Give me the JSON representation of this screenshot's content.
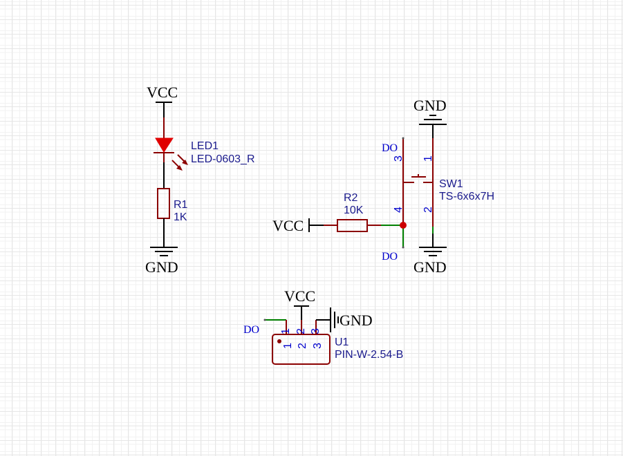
{
  "colors": {
    "wire_body": "#8b0000",
    "wire_green": "#008000",
    "led_fill": "#e00000",
    "designator_text": "#1a1a8c",
    "pin_number": "#0000cc",
    "net_label": "#000000",
    "junction": "#cc0000"
  },
  "led_circuit": {
    "power_label": "VCC",
    "led": {
      "designator": "LED1",
      "value": "LED-0603_R"
    },
    "resistor": {
      "designator": "R1",
      "value": "1K"
    },
    "ground_label": "GND"
  },
  "switch_circuit": {
    "top_ground_label": "GND",
    "bottom_ground_label": "GND",
    "power_label": "VCC",
    "resistor": {
      "designator": "R2",
      "value": "10K"
    },
    "switch": {
      "designator": "SW1",
      "value": "TS-6x6x7H",
      "pins": [
        "1",
        "2",
        "3",
        "4"
      ]
    },
    "net_label_top": "DO",
    "net_label_bottom": "DO"
  },
  "header_circuit": {
    "power_label": "VCC",
    "ground_label": "GND",
    "net_label": "DO",
    "connector": {
      "designator": "U1",
      "value": "PIN-W-2.54-B",
      "pins": [
        "1",
        "2",
        "3"
      ]
    }
  }
}
